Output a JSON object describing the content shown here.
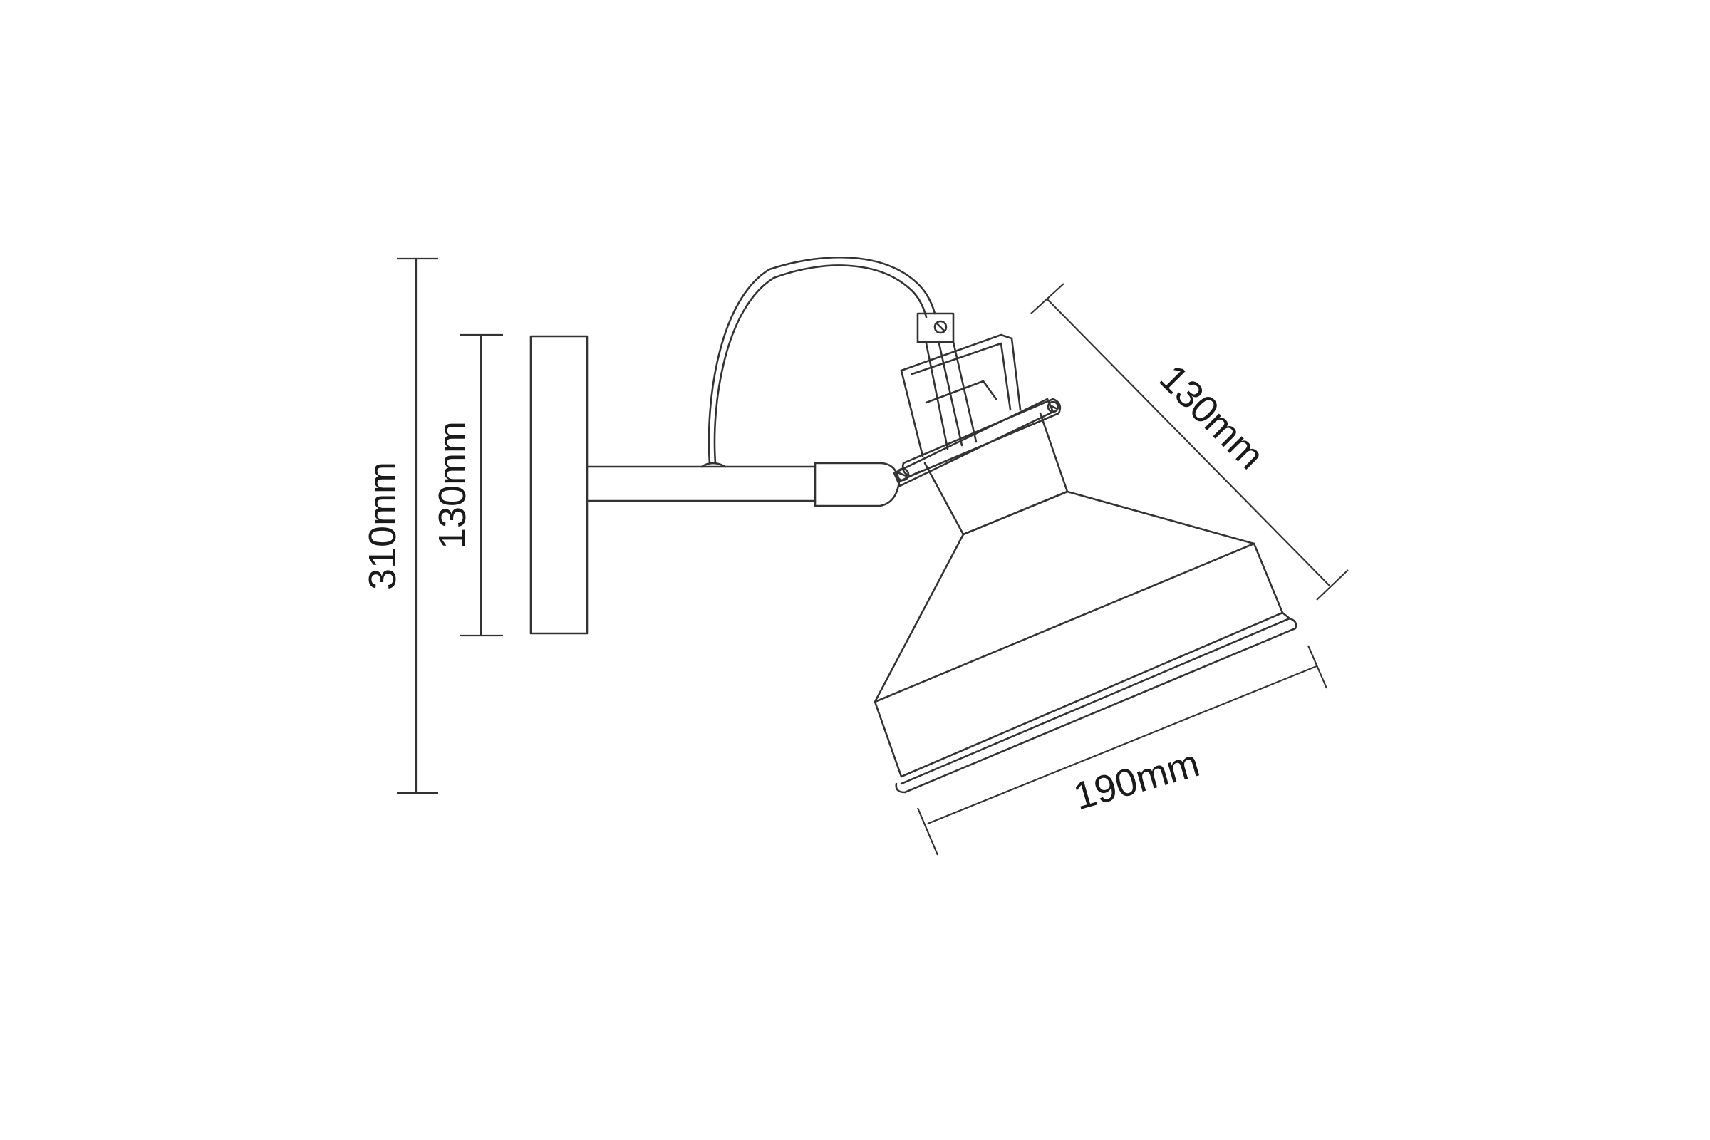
{
  "drawing": {
    "dimensions": {
      "total_height": "310mm",
      "backplate_height": "130mm",
      "shade_height": "130mm",
      "shade_diameter": "190mm"
    },
    "line_color": "#333333",
    "background": "#ffffff"
  }
}
